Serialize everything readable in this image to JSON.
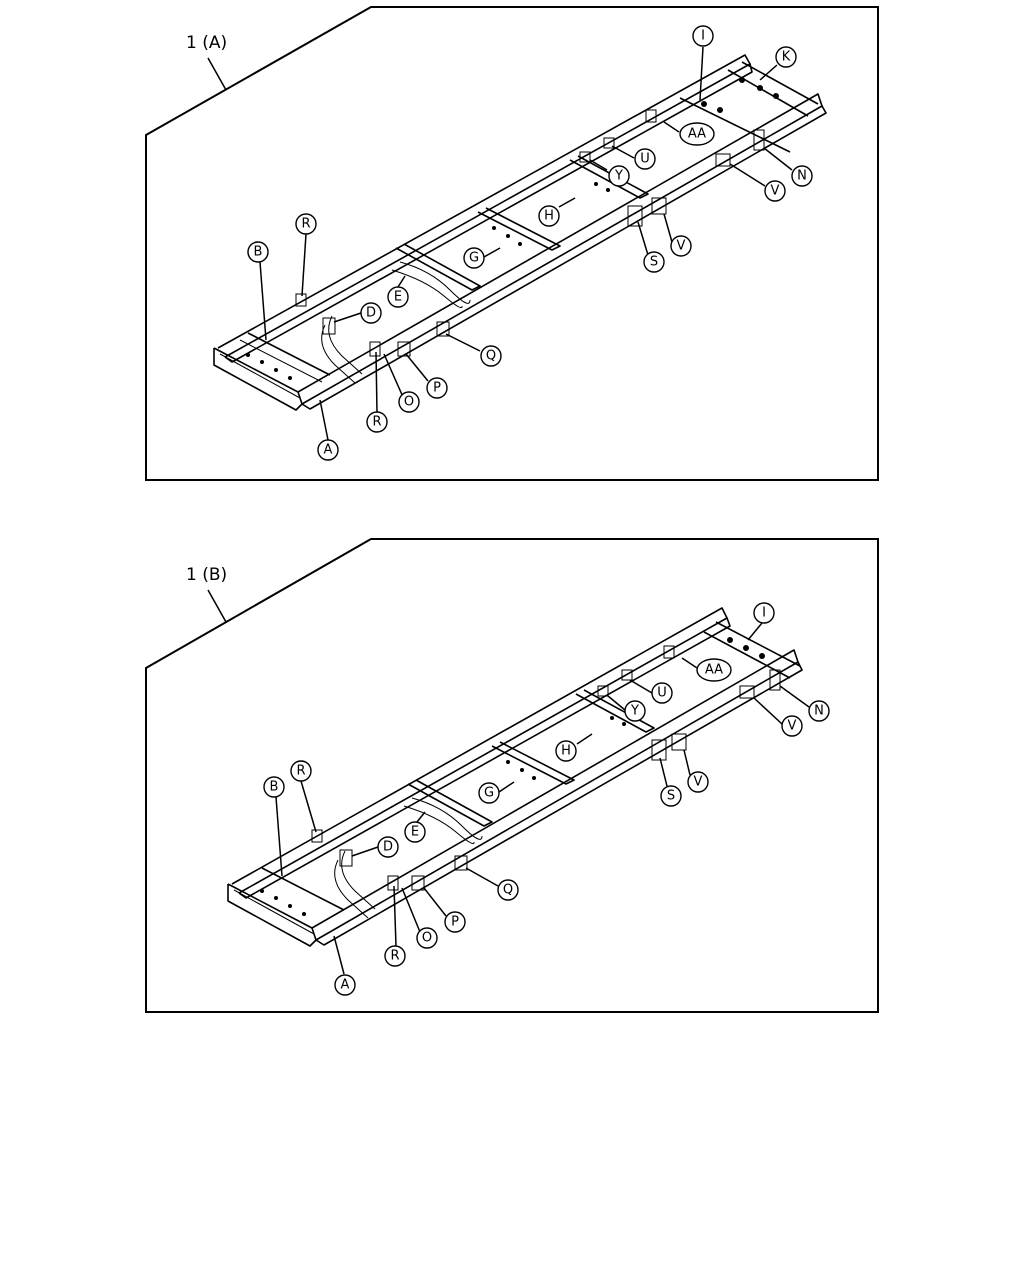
{
  "panels": [
    {
      "title": "1 (A)",
      "callouts": [
        "R",
        "B",
        "D",
        "E",
        "G",
        "H",
        "I",
        "K",
        "AA",
        "U",
        "Y",
        "N",
        "V",
        "V",
        "S",
        "Q",
        "P",
        "O",
        "R",
        "A"
      ]
    },
    {
      "title": "1 (B)",
      "callouts": [
        "R",
        "B",
        "D",
        "E",
        "G",
        "H",
        "I",
        "AA",
        "U",
        "Y",
        "N",
        "V",
        "V",
        "S",
        "Q",
        "P",
        "O",
        "R",
        "A"
      ]
    }
  ]
}
